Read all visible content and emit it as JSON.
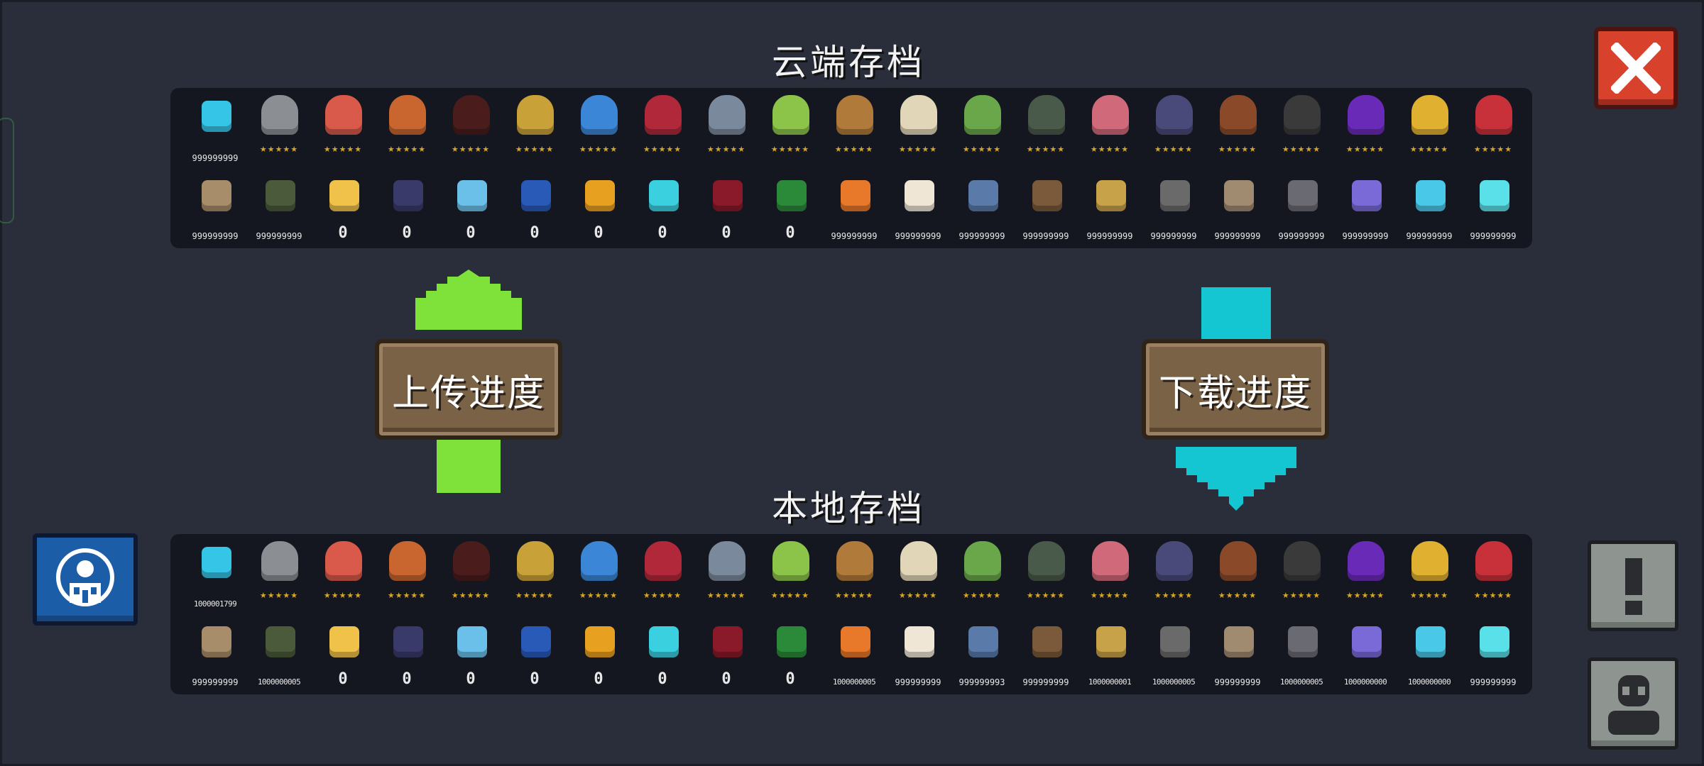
{
  "titles": {
    "cloud": "云端存档",
    "local": "本地存档"
  },
  "buttons": {
    "upload": "上传进度",
    "download": "下载进度"
  },
  "colors": {
    "upload_arrow": "#7fe23a",
    "download_arrow": "#13c6d2",
    "close": "#d8412c",
    "home": "#1c5da8"
  },
  "stars": "★★★★★",
  "characters": [
    {
      "c": "#35c5e6",
      "icon": "gems"
    },
    {
      "c": "#8b8f93",
      "icon": "knight"
    },
    {
      "c": "#d95a4a",
      "icon": "rogue"
    },
    {
      "c": "#c9662f",
      "icon": "witch"
    },
    {
      "c": "#4a1c1c",
      "icon": "assassin"
    },
    {
      "c": "#c8a238",
      "icon": "engineer"
    },
    {
      "c": "#3b86d6",
      "icon": "robot"
    },
    {
      "c": "#b0283a",
      "icon": "vampire"
    },
    {
      "c": "#7a8a9c",
      "icon": "paladin"
    },
    {
      "c": "#8cc44a",
      "icon": "elf"
    },
    {
      "c": "#b07a3a",
      "icon": "werewolf"
    },
    {
      "c": "#e2d6b8",
      "icon": "priest"
    },
    {
      "c": "#6aa64a",
      "icon": "druid"
    },
    {
      "c": "#4a5a4a",
      "icon": "berserker"
    },
    {
      "c": "#d06a7a",
      "icon": "alchemist"
    },
    {
      "c": "#4a4a7a",
      "icon": "necromancer"
    },
    {
      "c": "#8a4a2a",
      "icon": "officer"
    },
    {
      "c": "#3a3a3a",
      "icon": "taoist"
    },
    {
      "c": "#6a2ab8",
      "icon": "wizard"
    },
    {
      "c": "#e0b030",
      "icon": "miner"
    },
    {
      "c": "#c8303a",
      "icon": "demon"
    }
  ],
  "items": [
    {
      "c": "#a88d6a",
      "icon": "map"
    },
    {
      "c": "#4a5a3a",
      "icon": "battery"
    },
    {
      "c": "#f0c24a",
      "icon": "bible"
    },
    {
      "c": "#3a3a6a",
      "icon": "spellbook"
    },
    {
      "c": "#6ac0e8",
      "icon": "crystal"
    },
    {
      "c": "#2a5ab8",
      "icon": "potions"
    },
    {
      "c": "#e8a020",
      "icon": "coin"
    },
    {
      "c": "#3ad0e0",
      "icon": "beacon"
    },
    {
      "c": "#8a1a2a",
      "icon": "wings"
    },
    {
      "c": "#2a8a3a",
      "icon": "scroll"
    },
    {
      "c": "#e8782a",
      "icon": "meat"
    },
    {
      "c": "#efe6d6",
      "icon": "sack"
    },
    {
      "c": "#5a7aaa",
      "icon": "compass"
    },
    {
      "c": "#7a5a3a",
      "icon": "horn"
    },
    {
      "c": "#c8a248",
      "icon": "shell"
    },
    {
      "c": "#6a6a6a",
      "icon": "gear"
    },
    {
      "c": "#a08a70",
      "icon": "tin"
    },
    {
      "c": "#6a6a72",
      "icon": "ore"
    },
    {
      "c": "#7a6ad8",
      "icon": "shard-purple"
    },
    {
      "c": "#4ac8e8",
      "icon": "shard-blue"
    },
    {
      "c": "#5ae0e8",
      "icon": "shard-cyan"
    }
  ],
  "cloud": {
    "char_values": [
      "999999999"
    ],
    "item_values": [
      "999999999",
      "999999999",
      "0",
      "0",
      "0",
      "0",
      "0",
      "0",
      "0",
      "0",
      "999999999",
      "999999999",
      "999999999",
      "999999999",
      "999999999",
      "999999999",
      "999999999",
      "999999999",
      "999999999",
      "999999999",
      "999999999"
    ]
  },
  "local": {
    "char_values": [
      "1000001799"
    ],
    "item_values": [
      "999999999",
      "1000000005",
      "0",
      "0",
      "0",
      "0",
      "0",
      "0",
      "0",
      "0",
      "1000000005",
      "999999999",
      "999999993",
      "999999999",
      "1000000001",
      "1000000005",
      "999999999",
      "1000000005",
      "1000000000",
      "1000000000",
      "999999999"
    ]
  }
}
